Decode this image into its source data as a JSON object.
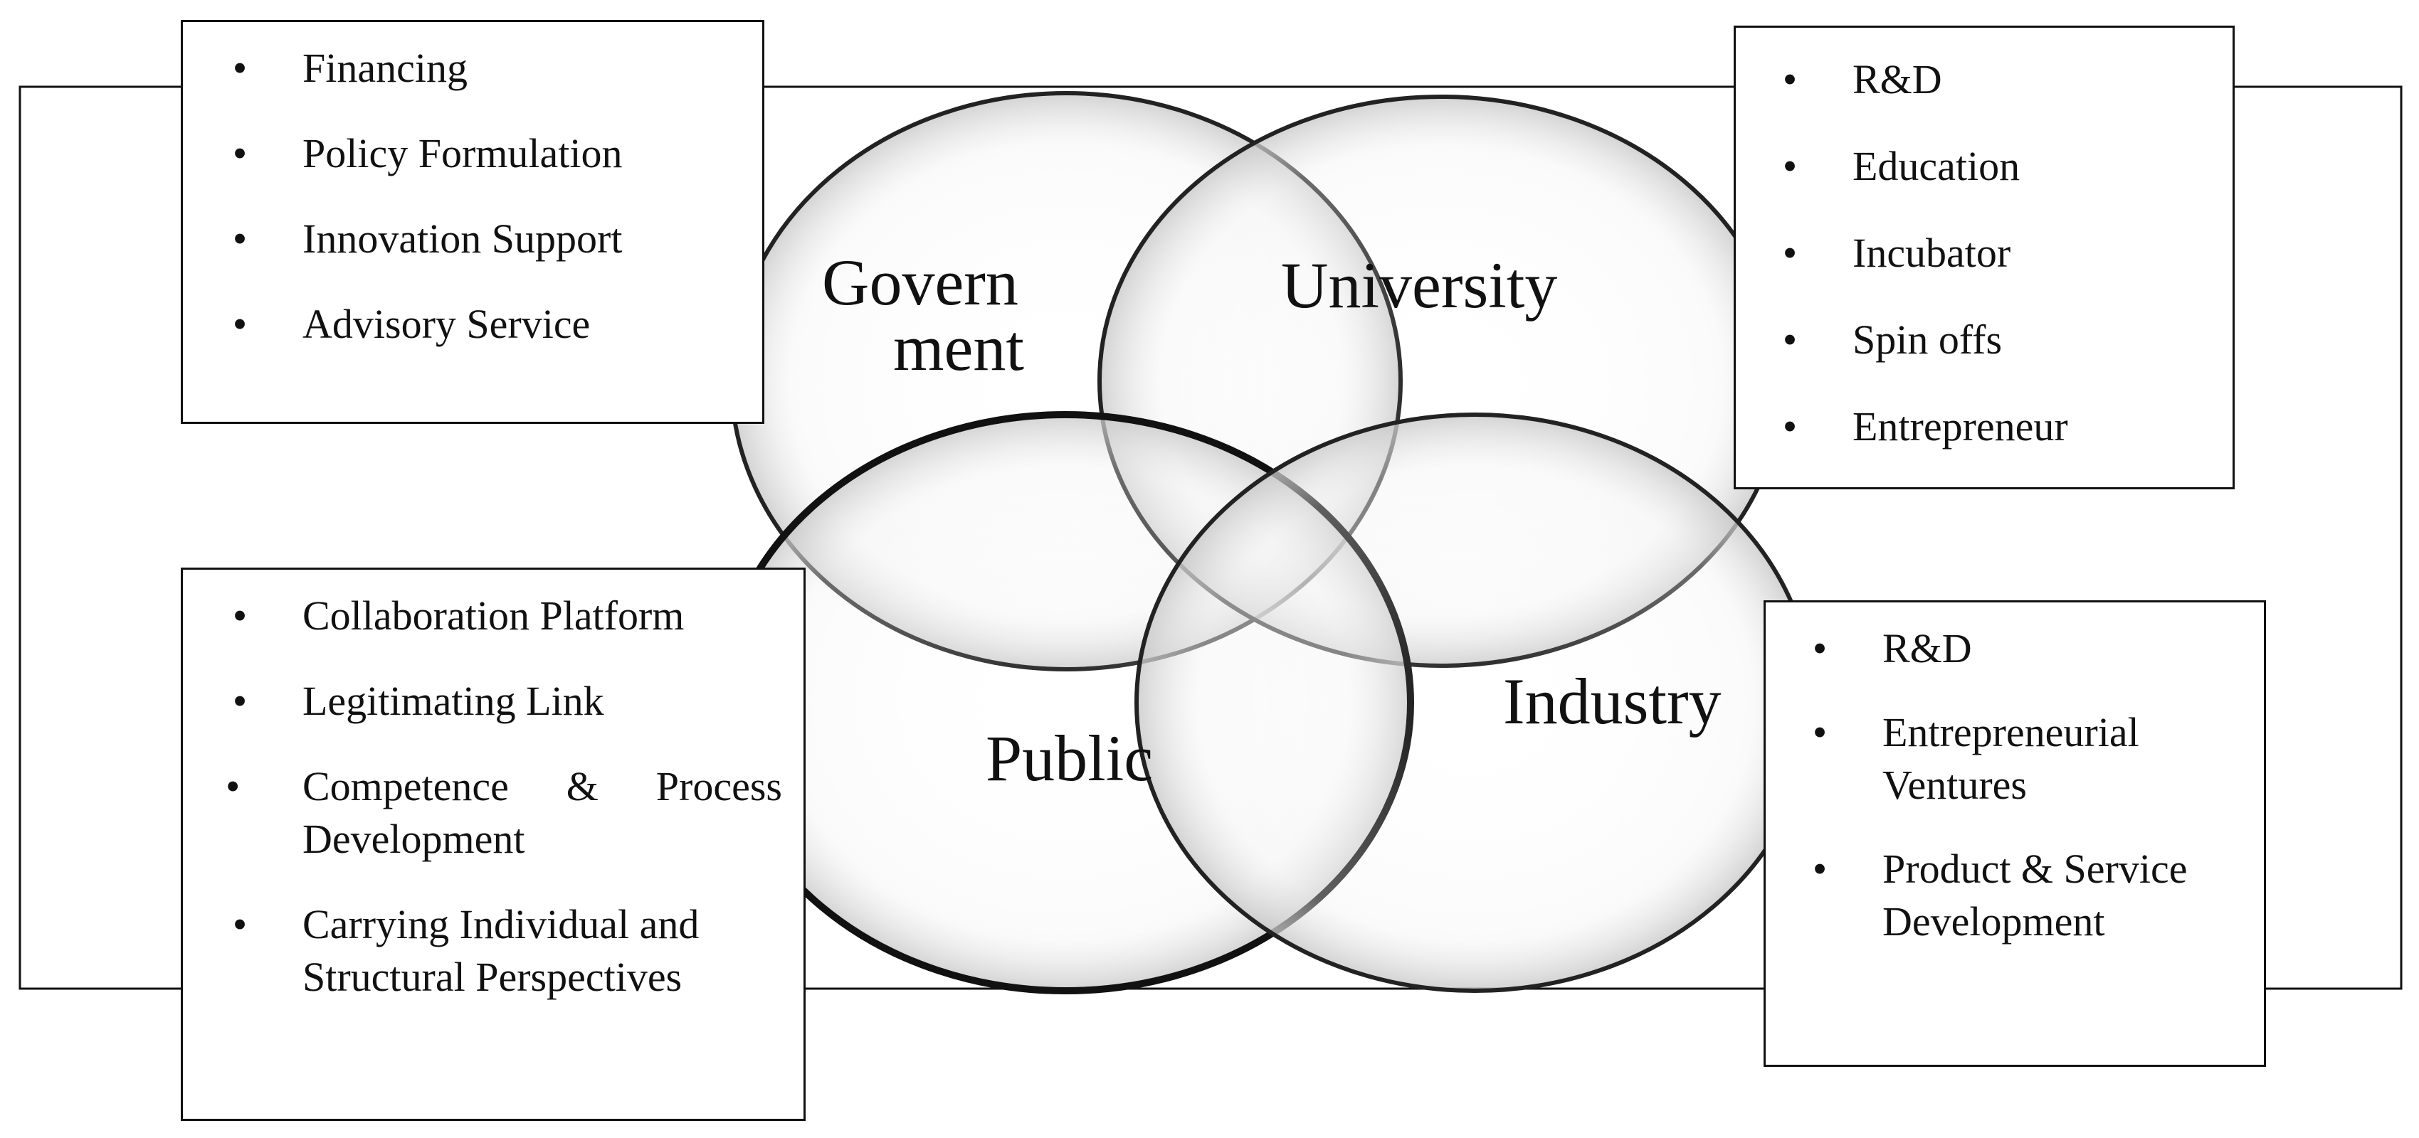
{
  "circles": {
    "government": {
      "label_line1": "Govern",
      "label_line2": "ment"
    },
    "university": {
      "label": "University"
    },
    "public": {
      "label": "Public"
    },
    "industry": {
      "label": "Industry"
    }
  },
  "boxes": {
    "government": {
      "items": [
        "Financing",
        "Policy Formulation",
        "Innovation Support",
        "Advisory Service"
      ]
    },
    "university": {
      "items": [
        "R&D",
        "Education",
        "Incubator",
        "Spin offs",
        "Entrepreneur"
      ]
    },
    "public": {
      "items": [
        "Collaboration Platform",
        "Legitimating Link",
        "Competence & Process Development",
        "Carrying Individual and Structural Perspectives"
      ]
    },
    "industry": {
      "items": [
        "R&D",
        "Entrepreneurial Ventures",
        "Product & Service Development"
      ]
    }
  },
  "bullet_glyph": "•"
}
